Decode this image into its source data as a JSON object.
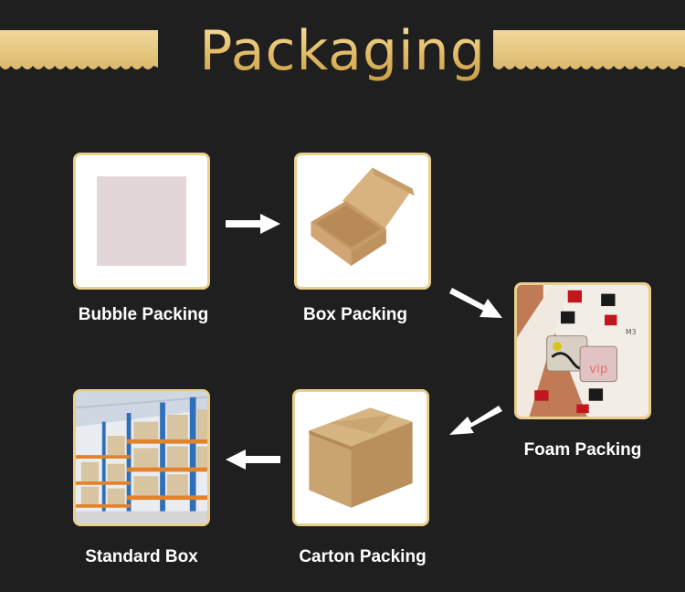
{
  "title": "Packaging",
  "steps": [
    {
      "label": "Bubble Packing"
    },
    {
      "label": "Box Packing"
    },
    {
      "label": "Foam Packing"
    },
    {
      "label": "Carton Packing"
    },
    {
      "label": "Standard Box"
    }
  ],
  "foam_labels": {
    "tag": "M3",
    "badge": "vip"
  },
  "colors": {
    "background": "#1f1f1f",
    "gold": "#e8cf8e",
    "label": "#ffffff"
  }
}
